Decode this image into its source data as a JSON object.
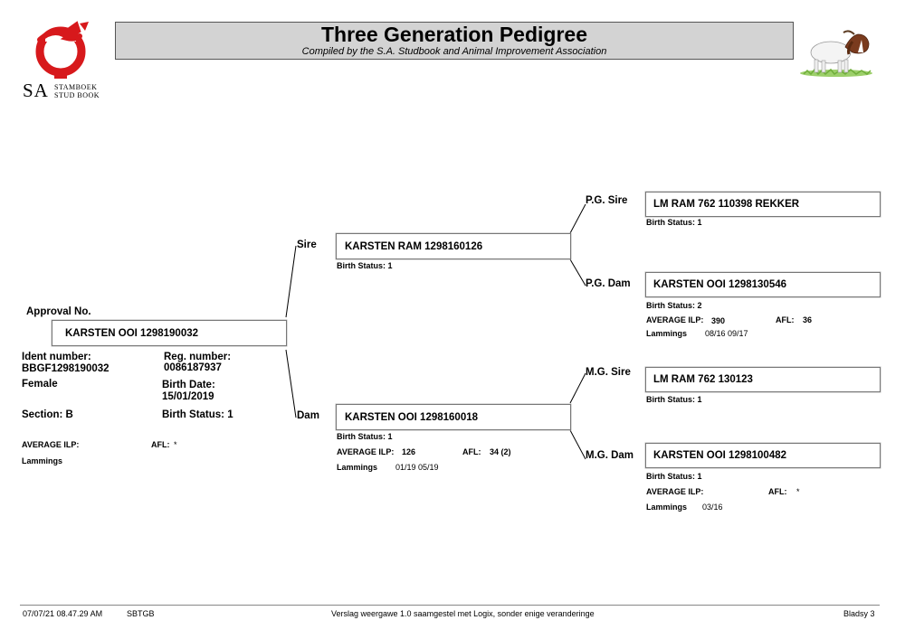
{
  "logo": {
    "sa": "SA",
    "line1": "STAMBOEK",
    "line2": "STUD BOOK",
    "brand_color": "#d7191c"
  },
  "header": {
    "title": "Three Generation Pedigree",
    "subtitle": "Compiled by the S.A. Studbook and Animal Improvement Association"
  },
  "animal": {
    "approval_label": "Approval No.",
    "name": "KARSTEN OOI 1298190032",
    "ident_label": "Ident number:",
    "ident_value": "BBGF1298190032",
    "reg_label": "Reg. number:",
    "reg_value": "0086187937",
    "sex": "Female",
    "birth_date_label": "Birth Date:",
    "birth_date_value": "15/01/2019",
    "section": "Section: B",
    "birth_status": "Birth Status: 1",
    "ilp_label": "AVERAGE ILP:",
    "afl_label": "AFL:",
    "afl_value": "*",
    "lammings_label": "Lammings"
  },
  "sire": {
    "role": "Sire",
    "name": "KARSTEN RAM 1298160126",
    "birth_status": "Birth Status: 1"
  },
  "dam": {
    "role": "Dam",
    "name": "KARSTEN OOI 1298160018",
    "birth_status": "Birth Status: 1",
    "ilp_label": "AVERAGE ILP:",
    "ilp_value": "126",
    "afl_label": "AFL:",
    "afl_value": "34 (2)",
    "lammings_label": "Lammings",
    "lammings_value": "01/19 05/19"
  },
  "pg_sire": {
    "role": "P.G. Sire",
    "name": "LM RAM 762 110398 REKKER",
    "birth_status": "Birth Status: 1"
  },
  "pg_dam": {
    "role": "P.G. Dam",
    "name": "KARSTEN OOI 1298130546",
    "birth_status": "Birth Status: 2",
    "ilp_label": "AVERAGE ILP:",
    "ilp_value": "390",
    "afl_label": "AFL:",
    "afl_value": "36",
    "lammings_label": "Lammings",
    "lammings_value": "08/16 09/17"
  },
  "mg_sire": {
    "role": "M.G. Sire",
    "name": "LM RAM 762 130123",
    "birth_status": "Birth Status: 1"
  },
  "mg_dam": {
    "role": "M.G. Dam",
    "name": "KARSTEN OOI 1298100482",
    "birth_status": "Birth Status: 1",
    "ilp_label": "AVERAGE ILP:",
    "afl_label": "AFL:",
    "afl_value": "*",
    "lammings_label": "Lammings",
    "lammings_value": "03/16"
  },
  "footer": {
    "datetime": "07/07/21 08.47.29 AM",
    "code": "SBTGB",
    "version": "Verslag weergawe 1.0  saamgestel met Logix, sonder enige veranderinge",
    "page": "Bladsy 3"
  }
}
